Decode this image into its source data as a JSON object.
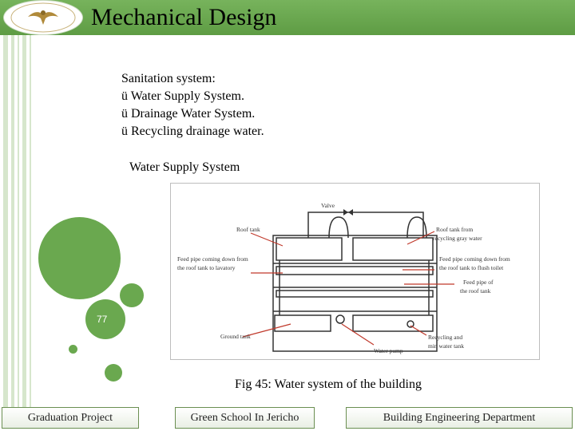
{
  "header": {
    "title": "Mechanical Design"
  },
  "content": {
    "heading": "Sanitation system:",
    "bullets": [
      {
        "mark": "ü",
        "text": "Water Supply System."
      },
      {
        "mark": "ü",
        "text": "Drainage Water System."
      },
      {
        "mark": "ü",
        "text": "Recycling drainage water."
      }
    ],
    "subheading": "Water Supply System"
  },
  "diagram": {
    "labels": {
      "valve": "Valve",
      "roof_tank": "Roof tank",
      "roof_tank_recycling_1": "Roof tank from",
      "roof_tank_recycling_2": "recycling gray water",
      "feed_lavatory_1": "Feed pipe coming down from",
      "feed_lavatory_2": "the roof tank to lavatory",
      "feed_flush_1": "Feed pipe coming down from",
      "feed_flush_2": "the roof tank to flush toilet",
      "feed_pipe_1": "Feed pipe of",
      "feed_pipe_2": "the roof tank",
      "ground_tank": "Ground tank",
      "recycling_tank_1": "Recycling and",
      "recycling_tank_2": "min water tank",
      "water_pump": "Water pump"
    }
  },
  "caption": "Fig 45: Water system of the building",
  "page_number": "77",
  "footer": {
    "left": "Graduation Project",
    "center": "Green School In Jericho",
    "right": "Building Engineering Department"
  },
  "colors": {
    "accent": "#6aa84f",
    "arrow": "#c0392b"
  }
}
